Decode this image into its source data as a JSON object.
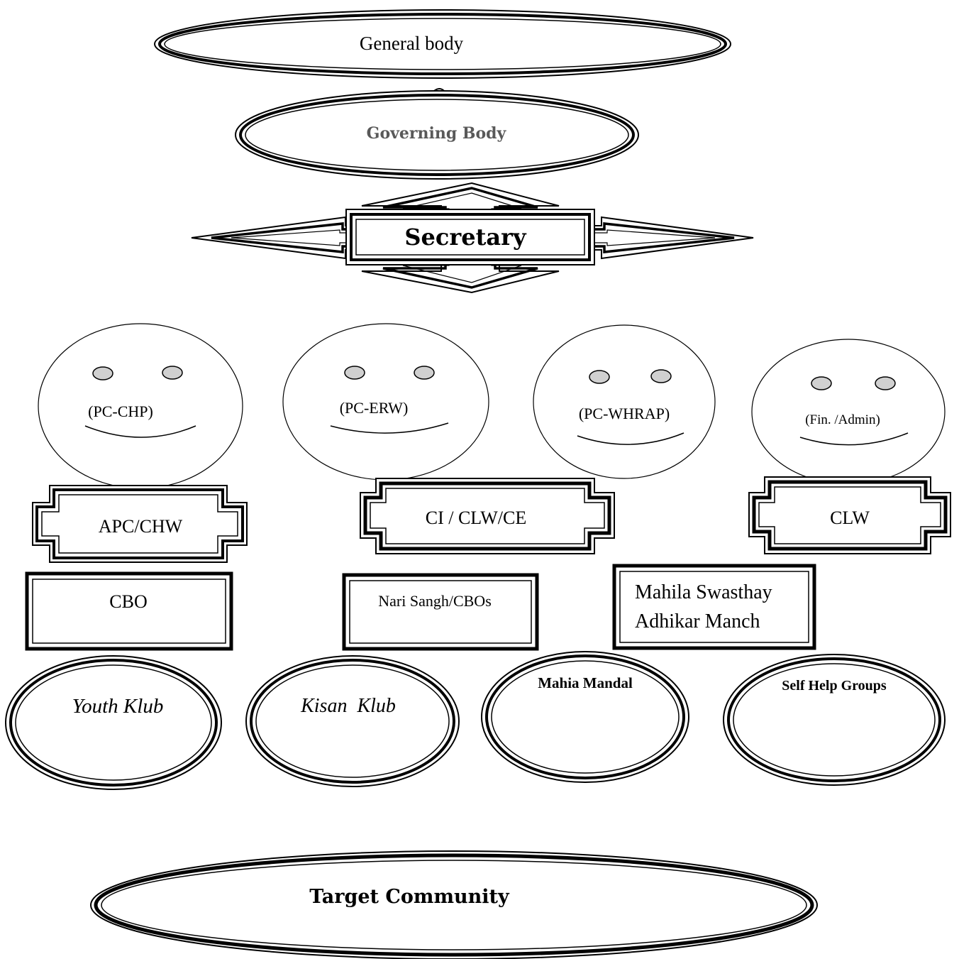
{
  "diagram": {
    "general_body": "General body",
    "governing_body": "Governing Body",
    "secretary": "Secretary",
    "program_heads": [
      {
        "label": "(PC-CHP)"
      },
      {
        "label": "(PC-ERW)"
      },
      {
        "label": "(PC-WHRAP)"
      },
      {
        "label": "(Fin. /Admin)"
      }
    ],
    "field_staff": [
      {
        "label": "APC/CHW"
      },
      {
        "label": "CI / CLW/CE"
      },
      {
        "label": "CLW"
      }
    ],
    "cbo_groups": [
      {
        "label": "CBO"
      },
      {
        "label": "Nari Sangh/CBOs"
      },
      {
        "line1": "Mahila Swasthay",
        "line2": "Adhikar Manch"
      }
    ],
    "community_groups": [
      {
        "label": "Youth Klub"
      },
      {
        "label": "Kisan  Klub"
      },
      {
        "label": "Mahia Mandal"
      },
      {
        "label": "Self Help Groups"
      }
    ],
    "target_community": "Target Community"
  },
  "colors": {
    "stroke": "#000000",
    "governing_text": "#595959",
    "eye_fill": "#d0d0d0",
    "background": "#ffffff"
  }
}
